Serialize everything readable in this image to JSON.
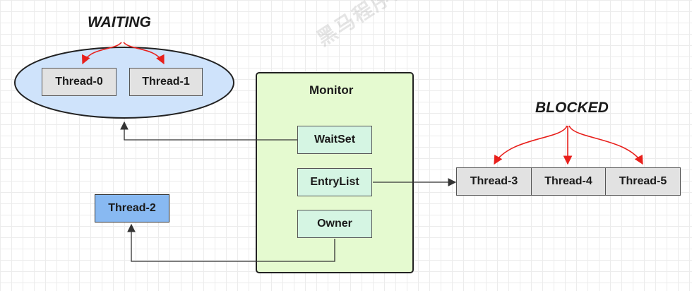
{
  "labels": {
    "waiting": "WAITING",
    "blocked": "BLOCKED",
    "monitor": "Monitor"
  },
  "monitor": {
    "waitset": "WaitSet",
    "entrylist": "EntryList",
    "owner": "Owner"
  },
  "waiting_threads": [
    "Thread-0",
    "Thread-1"
  ],
  "blocked_threads": [
    "Thread-3",
    "Thread-4",
    "Thread-5"
  ],
  "owner_thread": "Thread-2",
  "watermark": "黑马程序员 www.itheima.com",
  "colors": {
    "ellipse_fill": "#cfe3fb",
    "monitor_fill": "#e5fad0",
    "inner_box_fill": "#d5f5e3",
    "owner_thread_fill": "#88b9f2",
    "thread_box_fill": "#e2e2e2",
    "red_arrow": "#e8201c",
    "dark_arrow": "#333333"
  }
}
